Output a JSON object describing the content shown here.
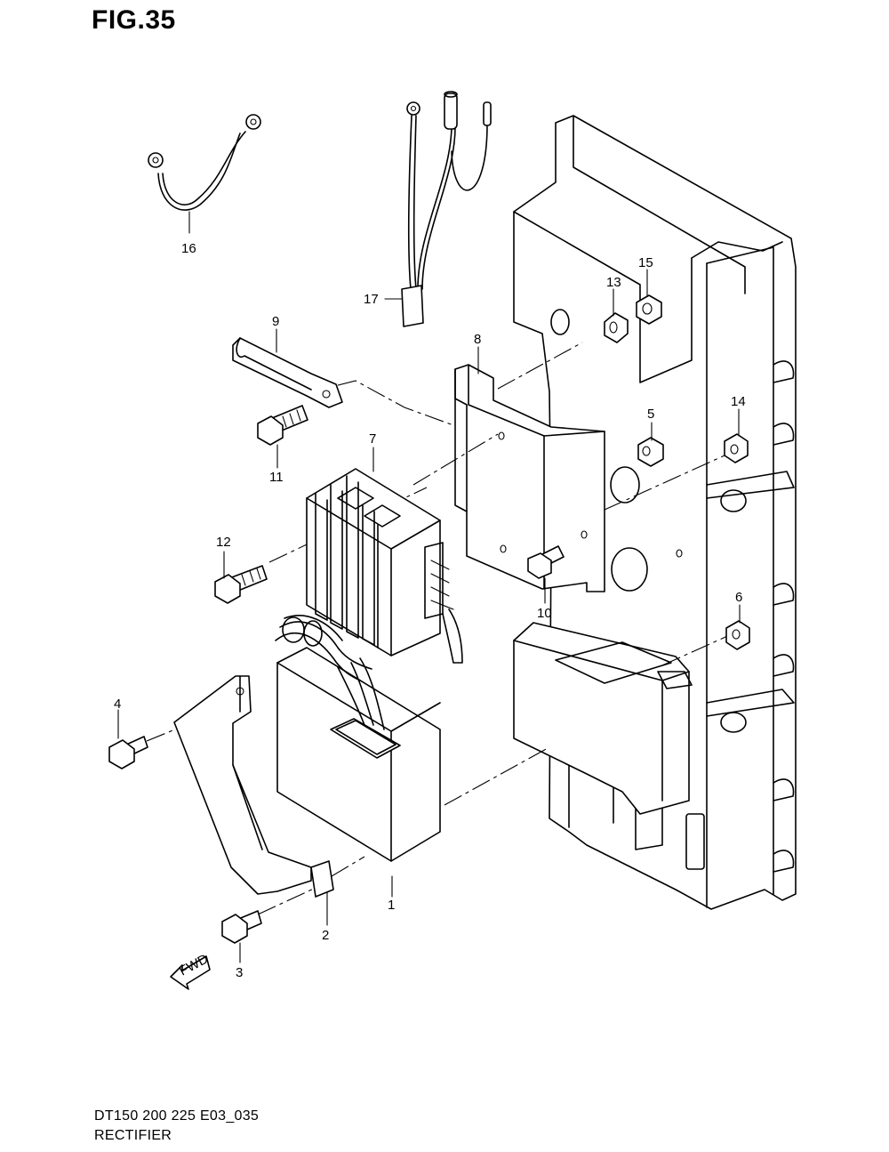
{
  "figure": {
    "title": "FIG.35",
    "model": "DT150 200 225 E03_035",
    "name": "RECTIFIER",
    "direction_label": "FWD"
  },
  "callouts": [
    "1",
    "2",
    "3",
    "4",
    "5",
    "6",
    "7",
    "8",
    "9",
    "10",
    "11",
    "12",
    "13",
    "14",
    "15",
    "16",
    "17"
  ]
}
